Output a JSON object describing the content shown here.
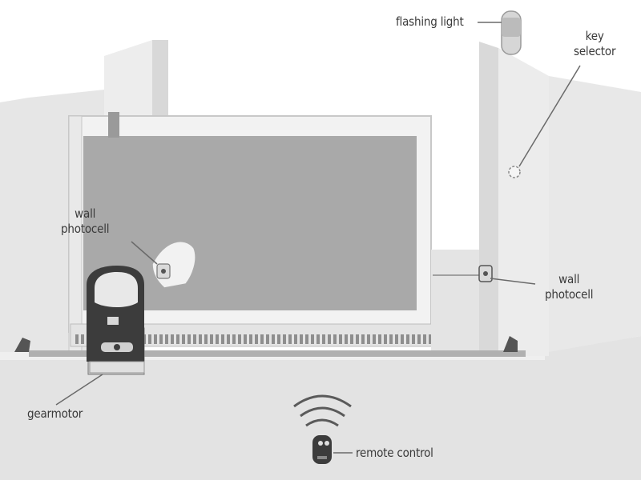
{
  "labels": {
    "flashing_light": "flashing light",
    "key_selector": [
      "key",
      "selector"
    ],
    "wall_photocell_left": [
      "wall",
      "photocell"
    ],
    "wall_photocell_right": [
      "wall",
      "photocell"
    ],
    "gearmotor": "gearmotor",
    "remote_control": "remote control"
  },
  "colors": {
    "wall": "#e6e6e6",
    "wall_shade": "#d2d2d2",
    "gate_panel": "#a9a9a9",
    "gate_frame": "#f0f0f0",
    "ground": "#e3e3e3",
    "text": "#3a3a3a",
    "leader_line": "#6a6a6a",
    "device_dark": "#3c3c3c"
  }
}
